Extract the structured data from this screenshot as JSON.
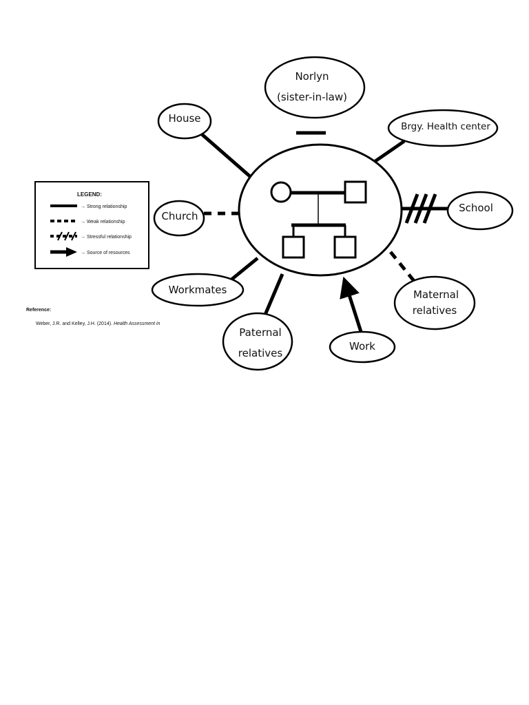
{
  "nodes": {
    "norlyn": {
      "line1": "Norlyn",
      "line2": "(sister-in-law)"
    },
    "house": {
      "label": "House"
    },
    "health_center": {
      "label": "Brgy. Health center"
    },
    "church": {
      "label": "Church"
    },
    "school": {
      "label": "School"
    },
    "workmates": {
      "label": "Workmates"
    },
    "maternal": {
      "line1": "Maternal",
      "line2": "relatives"
    },
    "paternal": {
      "line1": "Paternal",
      "line2": "relatives"
    },
    "work": {
      "label": "Work"
    }
  },
  "legend": {
    "title": "LEGEND:",
    "strong": "→ Strong relationship",
    "weak": "→ Weak relationship",
    "stressful": "→ Stressful relationship",
    "resources": "→ Source of resources"
  },
  "reference": {
    "title": "Reference:",
    "authors": "Weber, J.R. and Kelley, J.H. (2014). ",
    "book": "Health Assessment in"
  }
}
